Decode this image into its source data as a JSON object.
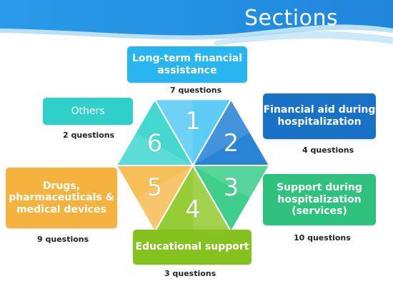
{
  "header": {
    "title": "Sections"
  },
  "sections": [
    {
      "num": "1",
      "label": "Long-term financial assistance",
      "count": "7 questions",
      "color": "#29b6f0",
      "face": "#5ccbf5"
    },
    {
      "num": "2",
      "label": "Financial aid during hospitalization",
      "count": "4 questions",
      "color": "#1a72c6",
      "face": "#2a84d6"
    },
    {
      "num": "3",
      "label": "Support during hospitalization (services)",
      "count": "10 questions",
      "color": "#2ec27e",
      "face": "#3fce8c"
    },
    {
      "num": "4",
      "label": "Educational support",
      "count": "3 questions",
      "color": "#86c21f",
      "face": "#96cc35"
    },
    {
      "num": "5",
      "label": "Drugs, pharmaceuticals & medical devices",
      "count": "9 questions",
      "color": "#f4b23e",
      "face": "#f6bf58"
    },
    {
      "num": "6",
      "label": "Others",
      "count": "2 questions",
      "color": "#31cfc9",
      "face": "#45d8d1"
    }
  ]
}
